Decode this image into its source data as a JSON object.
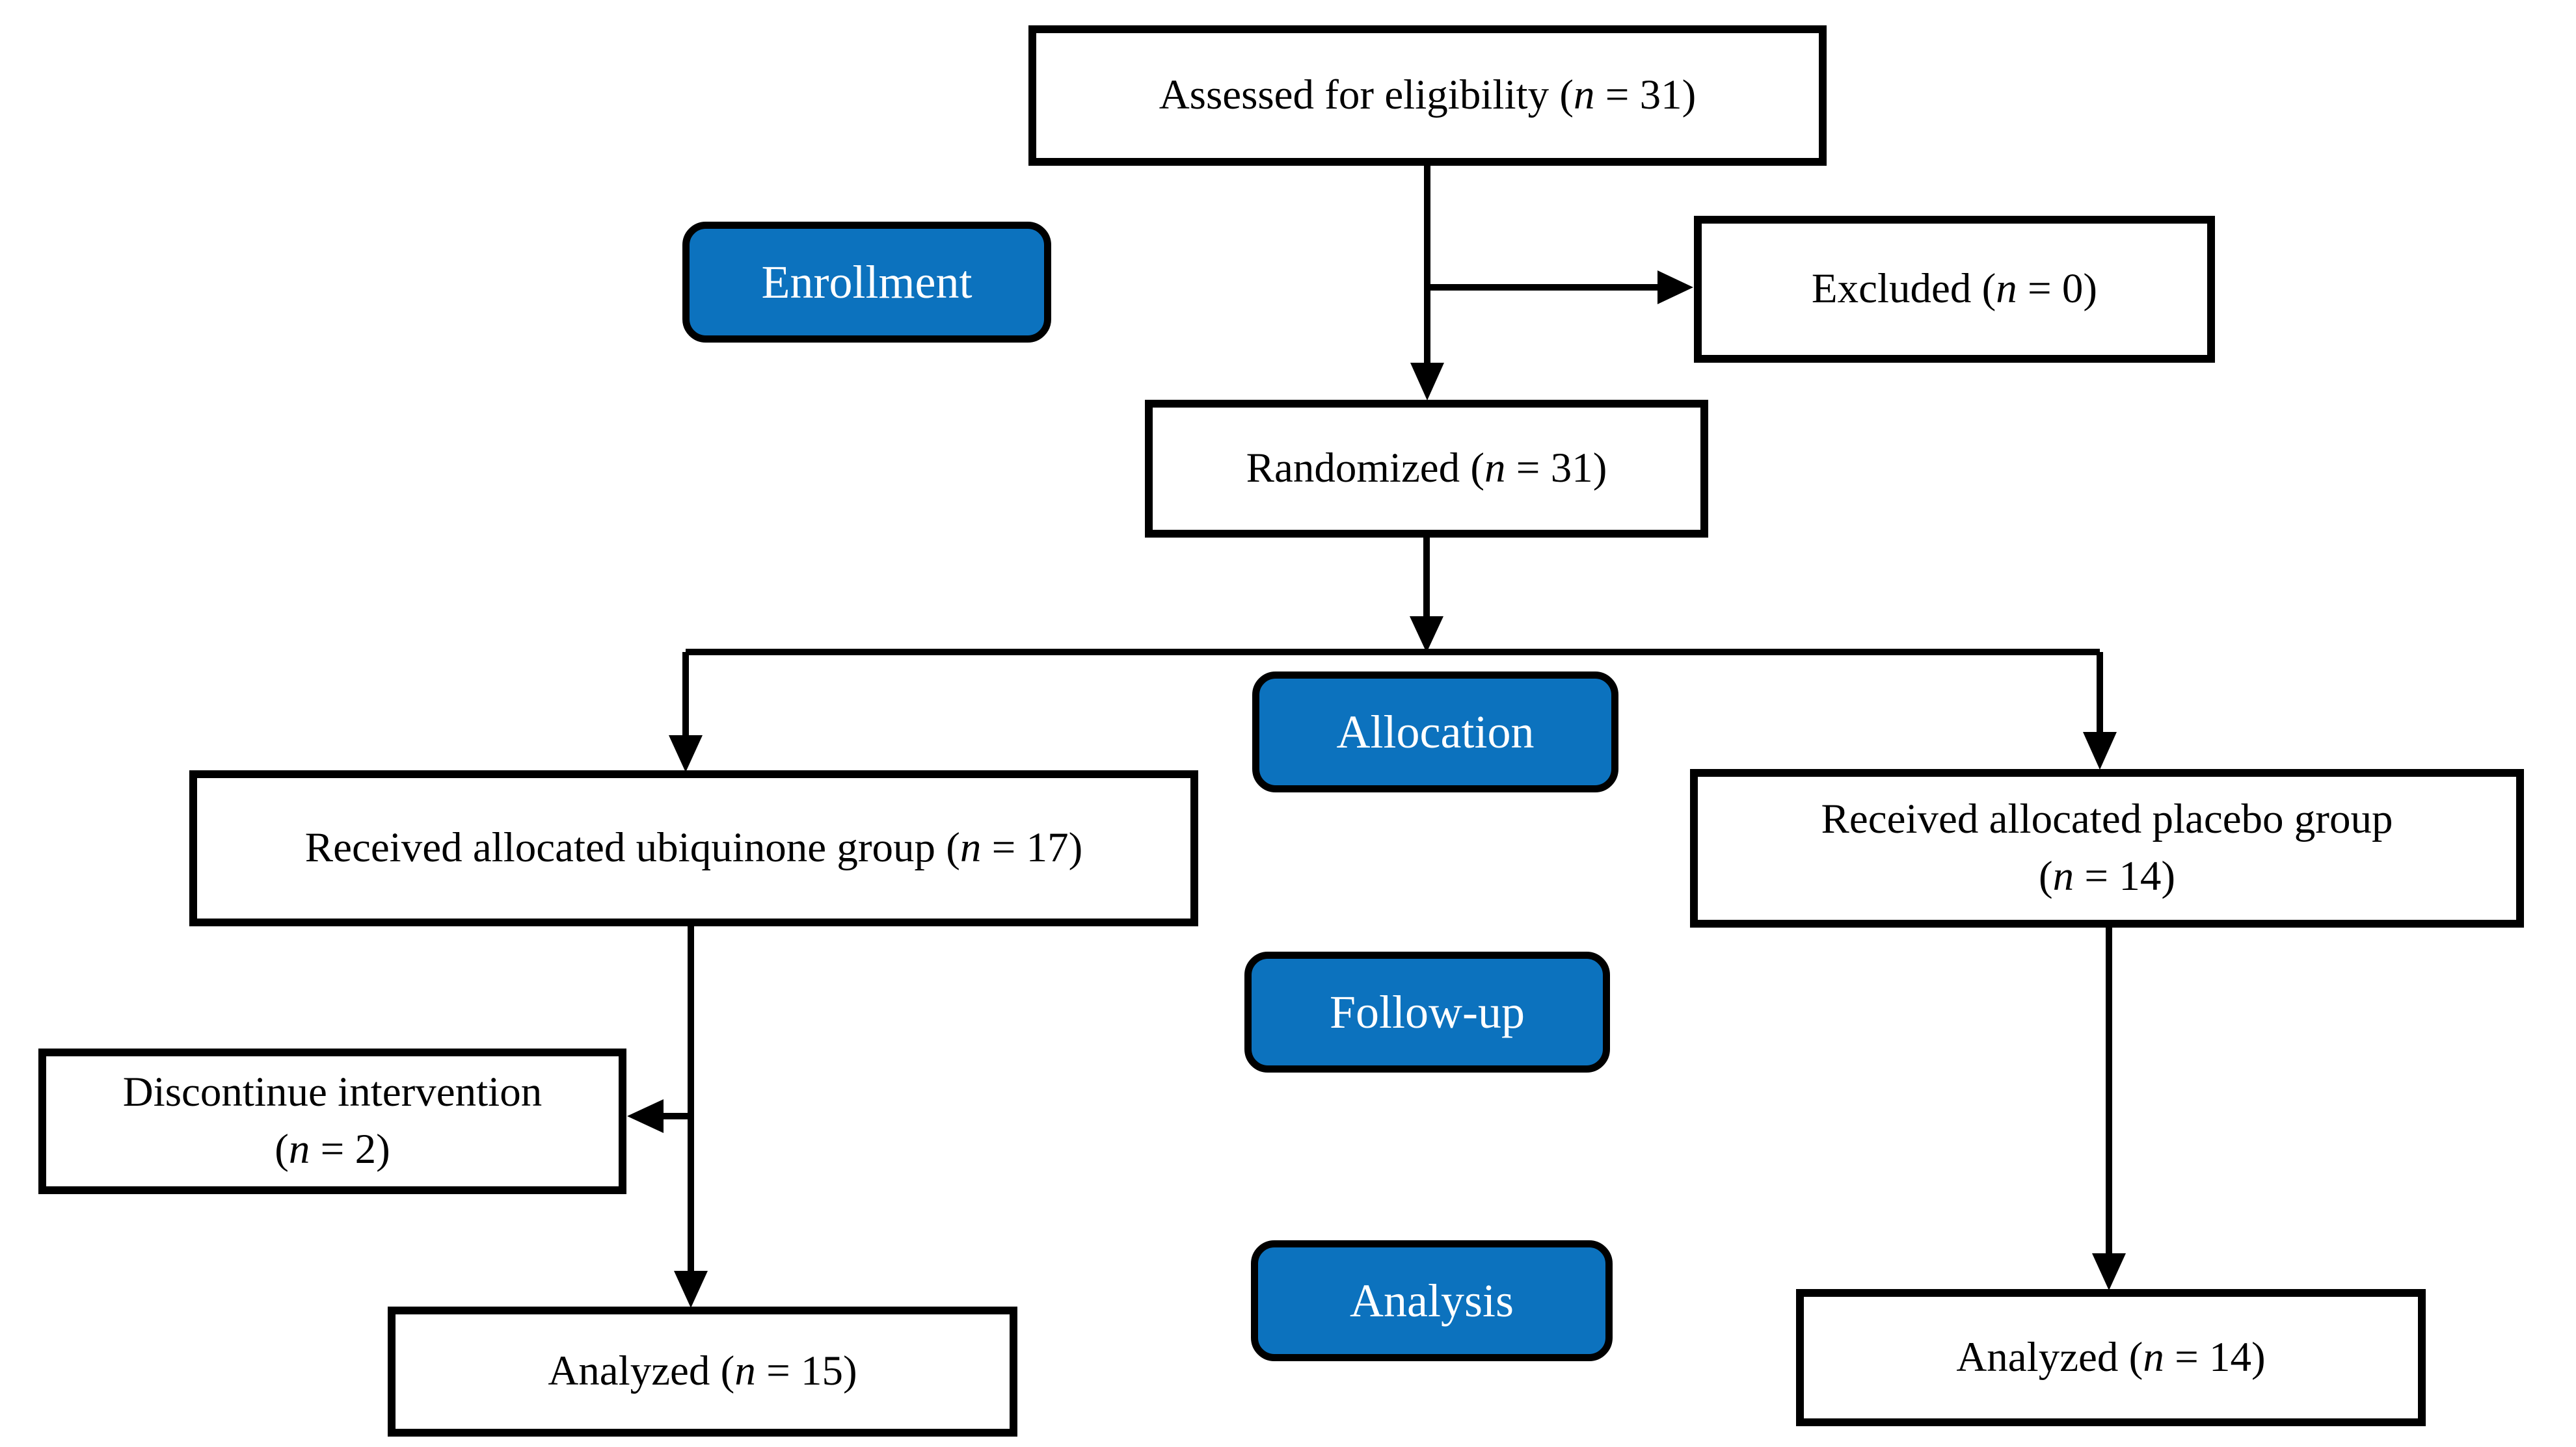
{
  "stages": {
    "enrollment": {
      "label": "Enrollment"
    },
    "allocation": {
      "label": "Allocation"
    },
    "followup": {
      "label": "Follow-up"
    },
    "analysis": {
      "label": "Analysis"
    }
  },
  "nodes": {
    "assessed": {
      "pre": "Assessed for eligibility (",
      "var": "n",
      "post": " = 31)"
    },
    "excluded": {
      "pre": "Excluded (",
      "var": "n",
      "post": " = 0)"
    },
    "randomized": {
      "pre": "Randomized (",
      "var": "n",
      "post": " = 31)"
    },
    "ubiquinone": {
      "pre": "Received allocated ubiquinone group (",
      "var": "n",
      "post": " = 17)"
    },
    "placebo": {
      "line1": "Received allocated placebo group",
      "pre": "(",
      "var": "n",
      "post": " = 14)"
    },
    "discontinue": {
      "line1": "Discontinue intervention",
      "pre": "(",
      "var": "n",
      "post": " = 2)"
    },
    "analyzed_ubiquinone": {
      "pre": "Analyzed (",
      "var": "n",
      "post": " = 15)"
    },
    "analyzed_placebo": {
      "pre": "Analyzed (",
      "var": "n",
      "post": " = 14)"
    }
  },
  "colors": {
    "stage_fill": "#0C72BE",
    "stage_text": "#FFFFFF",
    "box_fill": "#FFFFFF",
    "box_border": "#000000",
    "line": "#000000"
  }
}
